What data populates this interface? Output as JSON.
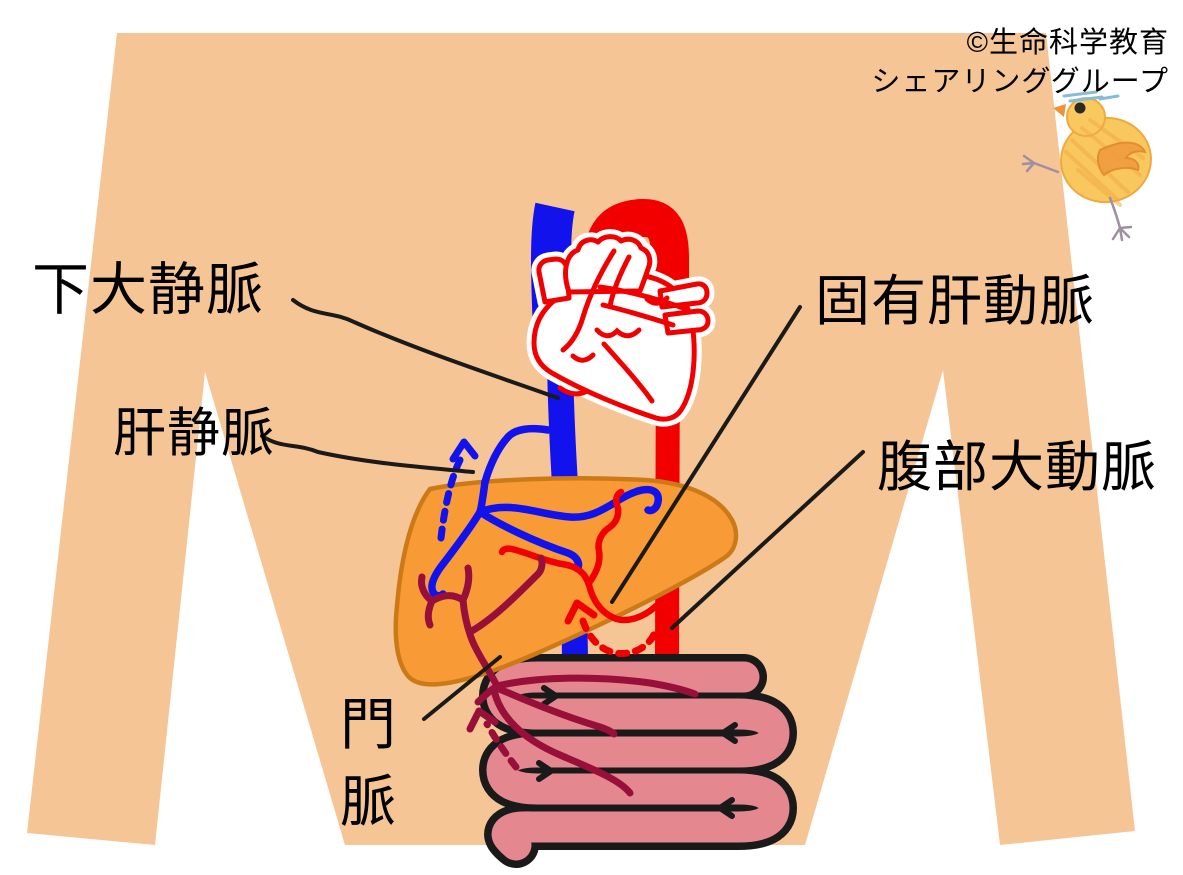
{
  "copyright": {
    "line1": "©生命科学教育",
    "line2": "シェアリンググループ"
  },
  "labels": {
    "inferior_vena_cava": "下大静脈",
    "hepatic_vein": "肝静脈",
    "proper_hepatic_artery": "固有肝動脈",
    "abdominal_aorta": "腹部大動脈",
    "portal_vein_char1": "門",
    "portal_vein_char2": "脈"
  },
  "colors": {
    "background": "#FFFFFF",
    "skin": "#F6C596",
    "vein_blue": "#1212EC",
    "artery_red": "#F20000",
    "liver_orange": "#F89B37",
    "liver_outline": "#CC7A18",
    "intestine_pink": "#E4878E",
    "portal_maroon": "#98103A",
    "outline_black": "#1A1A1A"
  }
}
